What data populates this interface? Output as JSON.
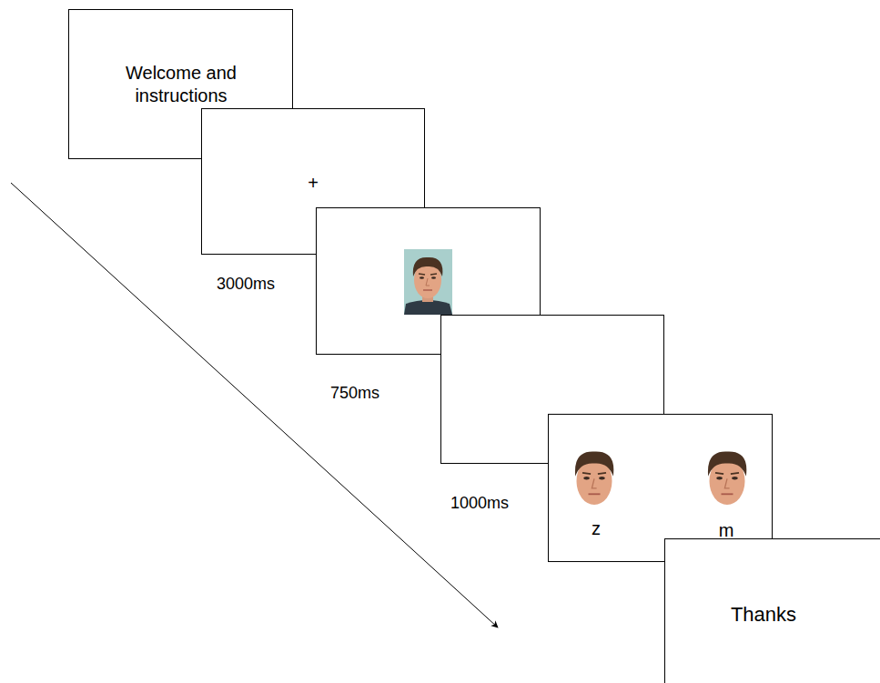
{
  "diagram": {
    "nodes": [
      {
        "text": [
          "Welcome and instructions"
        ]
      },
      {
        "text": [
          "+"
        ]
      },
      {
        "text": [
          "z",
          "m"
        ]
      },
      {
        "text": [
          "Thanks"
        ]
      }
    ],
    "labels": [
      "3000ms",
      "750ms",
      "1000ms"
    ]
  }
}
